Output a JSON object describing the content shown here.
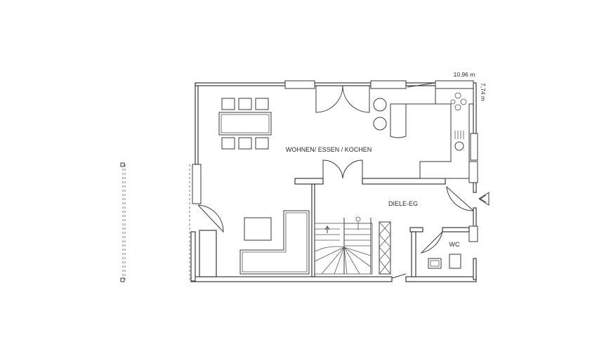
{
  "plan": {
    "rooms": {
      "living": "WOHNEN/ ESSEN / KOCHEN",
      "hall": "DIELE-EG",
      "wc": "WC"
    },
    "dimensions": {
      "width": "10,96 m",
      "depth": "7,74 m"
    }
  }
}
